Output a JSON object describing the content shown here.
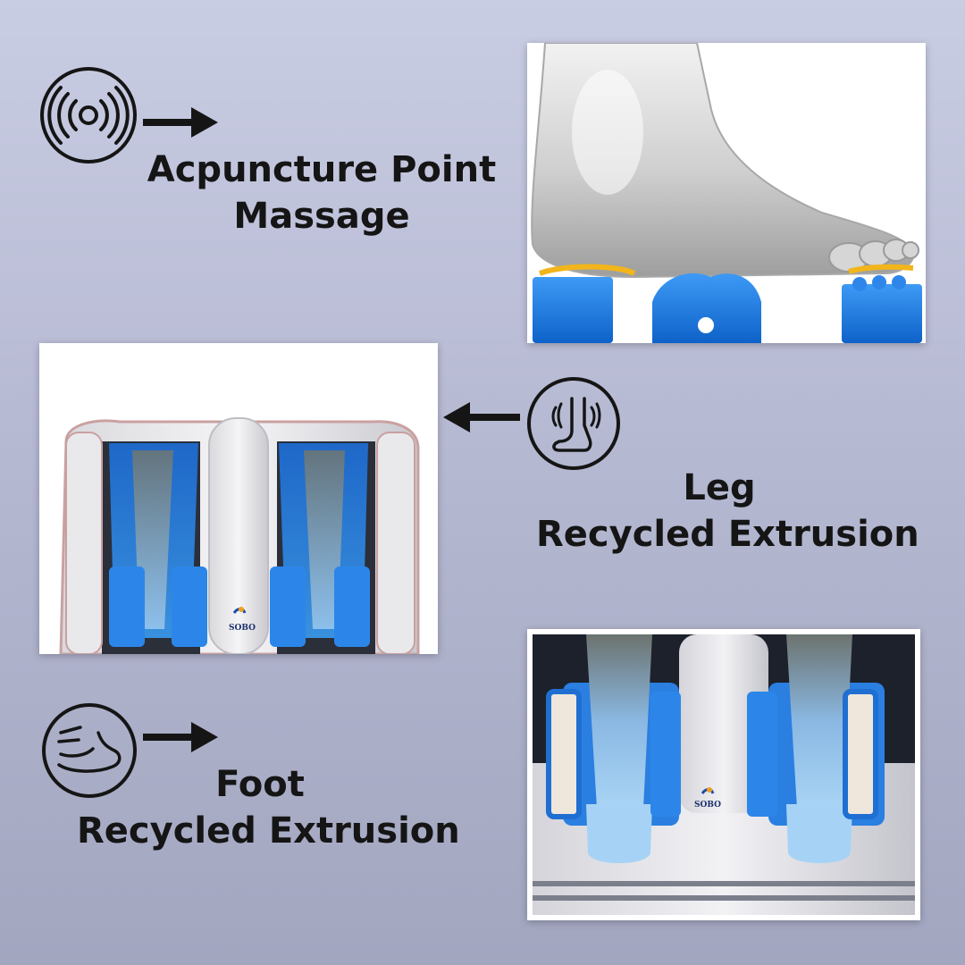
{
  "features": {
    "acupuncture": {
      "line1": "Acpuncture Point",
      "line2": "Massage",
      "icon": "vibration-circle-icon"
    },
    "leg": {
      "line1": "Leg",
      "line2": "Recycled Extrusion",
      "icon": "leg-foot-icon"
    },
    "foot": {
      "line1": "Foot",
      "line2": "Recycled Extrusion",
      "icon": "foot-sole-icon"
    }
  },
  "brand": {
    "name": "SOBO"
  },
  "colors": {
    "background": "#b6b9d2",
    "text": "#151515",
    "massage_blue": "#1f7fe0"
  }
}
